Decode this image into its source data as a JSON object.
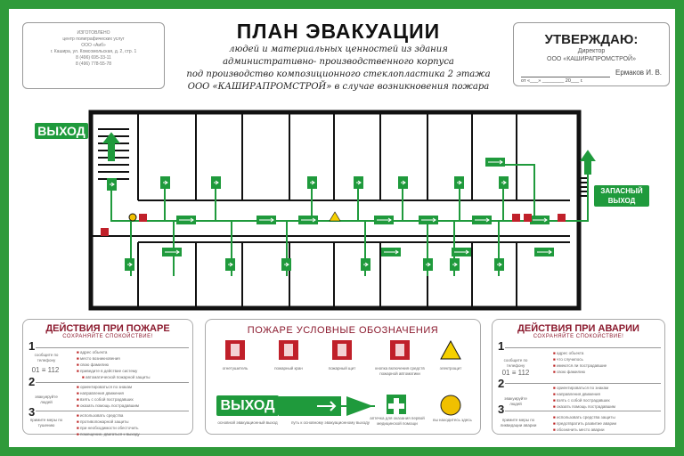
{
  "maker": {
    "lines": [
      "ИЗГОТОВЛЕНО",
      "центр полиграфических услуг",
      "ООО «Аиб»",
      "г. Кашира, ул. Комсомольская, д. 2, стр. 1",
      "8 (496) 695-33-11",
      "8 (496) 778-55-78"
    ]
  },
  "title": {
    "main": "ПЛАН ЭВАКУАЦИИ",
    "sub": [
      "людей и материальных ценностей из здания",
      "административно- производственного корпуса",
      "под производство композиционного стеклопластика 2 этажа",
      "ООО «КАШИРАПРОМСТРОЙ» в случае возникновения пожара"
    ]
  },
  "approve": {
    "heading": "УТВЕРЖДАЮ:",
    "role": "Директор",
    "org": "ООО «КАШИРАПРОМСТРОЙ»",
    "name": "Ермаков И. В.",
    "date": "от «___» ________ 20___ г."
  },
  "plan": {
    "exit_main": "ВЫХОД",
    "exit_spare_1": "ЗАПАСНЫЙ",
    "exit_spare_2": "ВЫХОД"
  },
  "fire": {
    "title": "ДЕЙСТВИЯ ПРИ ПОЖАРЕ",
    "calm": "СОХРАНЯЙТЕ СПОКОЙСТВИЕ!",
    "phone_label": "сообщите по телефону",
    "phone": "01 ≡ 112",
    "step1": [
      "адрес объекта",
      "место возникновения",
      "свою фамилию",
      "приведите в действие систему",
      "автоматической пожарной защиты"
    ],
    "step2_label": "эвакуируйте людей",
    "step2": [
      "ориентироваться по знакам",
      "направления движения",
      "взять с собой пострадавших",
      "оказать помощь пострадавшим"
    ],
    "step3_label": "примите меры по тушению",
    "step3": [
      "использовать средства",
      "противопожарной защиты",
      "при необходимости обесточить",
      "помещение, двигаться к выходу"
    ]
  },
  "legend": {
    "title": "ПОЖАРЕ УСЛОВНЫЕ ОБОЗНАЧЕНИЯ",
    "exit_word": "ВЫХОД",
    "items": [
      "огнетушитель",
      "пожарный кран",
      "пожарный щит",
      "кнопка включения средств пожарной автоматики",
      "электрощит",
      "основной эвакуационный выход",
      "путь к основному эвакуационному выходу",
      "аптечка для оказания первой медицинской помощи",
      "вы находитесь здесь"
    ]
  },
  "accident": {
    "title": "ДЕЙСТВИЯ ПРИ АВАРИИ",
    "calm": "СОХРАНЯЙТЕ СПОКОЙСТВИЕ!",
    "phone_label": "сообщите по телефону",
    "phone": "01 ≡ 112",
    "step1": [
      "адрес объекта",
      "что случилось",
      "имеются ли пострадавшие",
      "свою фамилию"
    ],
    "step2_label": "эвакуируйте людей",
    "step2": [
      "ориентироваться по знакам",
      "направления движения",
      "взять с собой пострадавших",
      "оказать помощь пострадавшим"
    ],
    "step3_label": "примите меры по ликвидации аварии",
    "step3": [
      "использовать средства защиты",
      "предотвратить развитие аварии",
      "обозначить место аварии"
    ]
  },
  "colors": {
    "green": "#1f9a3c",
    "red": "#c0202a",
    "frame": "#2f9a3a"
  }
}
